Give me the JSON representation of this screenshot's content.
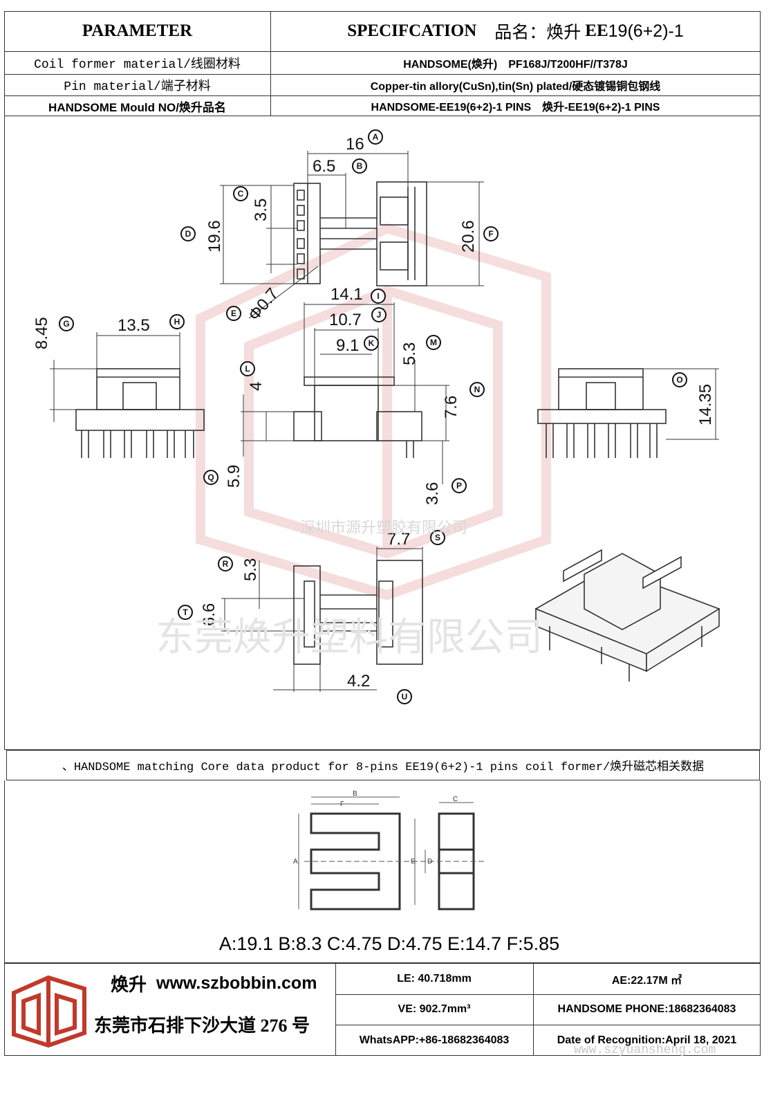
{
  "header": {
    "parameter": "PARAMETER",
    "specification": "SPECIFCATION",
    "product_name_label": "品名：焕升",
    "product_model_bold": "EE",
    "product_model": "19(6+2)-1"
  },
  "rows": [
    {
      "label": "Coil former material/线圈材料",
      "value": "HANDSOME(焕升)　PF168J/T200HF//T378J"
    },
    {
      "label": "Pin material/端子材料",
      "value": "Copper-tin allory(CuSn),tin(Sn) plated/硬态镀锡铜包钢线"
    },
    {
      "label": "HANDSOME Mould NO/焕升品名",
      "value": "HANDSOME-EE19(6+2)-1 PINS　焕升-EE19(6+2)-1 PINS"
    }
  ],
  "drawing": {
    "dims": {
      "A": "16",
      "B": "6.5",
      "C": "3.5",
      "D": "19.6",
      "E": "Φ0.7",
      "F": "20.6",
      "G": "8.45",
      "H": "13.5",
      "I": "14.1",
      "J": "10.7",
      "K": "9.1",
      "L": "4",
      "M": "5.3",
      "N": "7.6",
      "O": "14.35",
      "P": "3.6",
      "Q": "5.9",
      "R": "5.3",
      "S": "7.7",
      "T": "6.6",
      "U": "4.2"
    },
    "watermark_small": "深圳市源升塑胶有限公司",
    "watermark_large": "东莞焕升塑料有限公司"
  },
  "core": {
    "title": "、HANDSOME matching Core data  product for 8-pins EE19(6+2)-1 pins coil former/焕升磁芯相关数据",
    "labels": {
      "A": "A",
      "B": "B",
      "C": "C",
      "D": "D",
      "E": "E",
      "F": "F"
    },
    "values_text": "A:19.1 B:8.3 C:4.75 D:4.75 E:14.7 F:5.85"
  },
  "footer": {
    "logo_text": "焕升",
    "website": "www.szbobbin.com",
    "address": "东莞市石排下沙大道 276 号",
    "le": "LE: 40.718mm",
    "ae": "AE:22.17M ㎡",
    "ve": "VE: 902.7mm³",
    "phone": "HANDSOME PHONE:18682364083",
    "whatsapp": "WhatsAPP:+86-18682364083",
    "date": "Date of Recognition:April 18, 2021",
    "watermark_url": "www.szyuansheng.com"
  },
  "colors": {
    "line": "#333333",
    "watermark": "#e8b0b0",
    "logo_red": "#c0392b"
  }
}
